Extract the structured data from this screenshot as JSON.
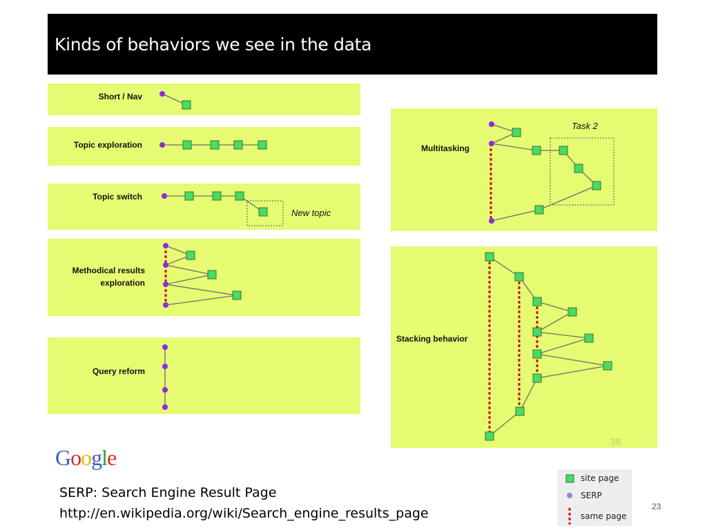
{
  "header": {
    "title": "Kinds of behaviors we see in the data"
  },
  "panels": {
    "short_nav": "Short / Nav",
    "topic_exploration": "Topic exploration",
    "topic_switch": "Topic switch",
    "new_topic": "New topic",
    "methodical": [
      "Methodical results",
      "exploration"
    ],
    "query_reform": "Query reform",
    "multitasking": "Multitasking",
    "task2": "Task 2",
    "stacking": "Stacking behavior",
    "watermark": "38"
  },
  "google_logo": "Google",
  "footer": {
    "line1": "SERP: Search Engine Result Page",
    "line2": "http://en.wikipedia.org/wiki/Search_engine_results_page"
  },
  "legend": {
    "site_page": "site page",
    "serp": "SERP",
    "same_page": "same page"
  },
  "slide_number": "23",
  "colors": {
    "panel": "#e6fa72",
    "site_node": "#4cd964",
    "serp_node": "#8a2be2",
    "same_page_line": "#cc1111"
  }
}
